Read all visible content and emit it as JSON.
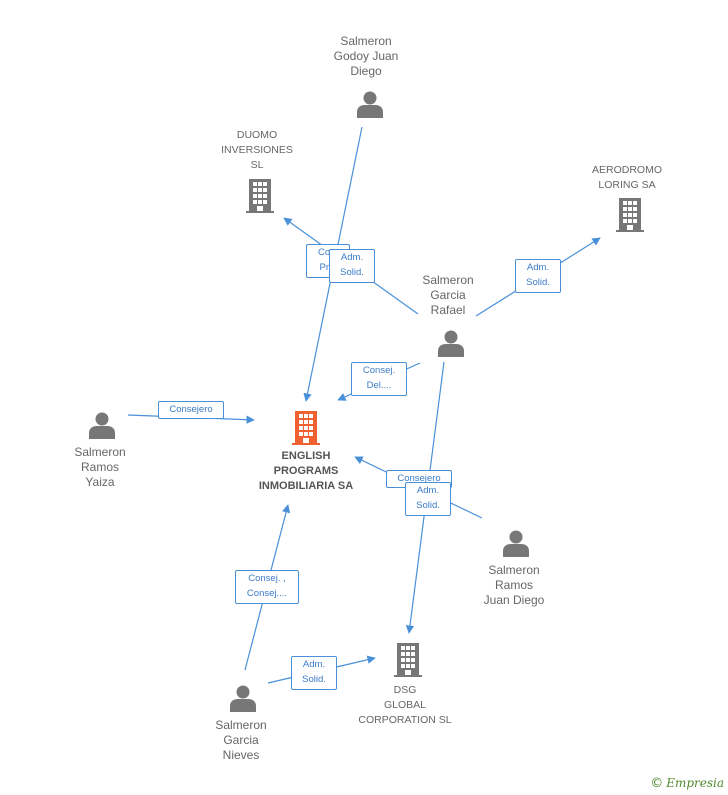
{
  "colors": {
    "edge": "#4a90d9",
    "icon": "#777777",
    "main_icon": "#f06030"
  },
  "nodes": {
    "main_company": {
      "label": "ENGLISH\nPROGRAMS\nINMOBILIARIA SA",
      "kind": "company-main"
    },
    "duomo": {
      "label": "DUOMO\nINVERSIONES\nSL",
      "kind": "company"
    },
    "aerodromo": {
      "label": "AERODROMO\nLORING SA",
      "kind": "company"
    },
    "dsg": {
      "label": "DSG\nGLOBAL\nCORPORATION SL",
      "kind": "company"
    },
    "godoy": {
      "label": "Salmeron\nGodoy Juan\nDiego",
      "kind": "person"
    },
    "garcia_rafael": {
      "label": "Salmeron\nGarcia\nRafael",
      "kind": "person"
    },
    "ramos_yaiza": {
      "label": "Salmeron\nRamos\nYaiza",
      "kind": "person"
    },
    "ramos_juan": {
      "label": "Salmeron\nRamos\nJuan Diego",
      "kind": "person"
    },
    "garcia_nieves": {
      "label": "Salmeron\nGarcia\nNieves",
      "kind": "person"
    }
  },
  "edge_labels": {
    "e1": "Co...\nPr...",
    "e2": "Adm.\nSolid.",
    "e3": "Adm.\nSolid.",
    "e4": "Consej.\nDel....",
    "e5": "Consejero",
    "e6": "Consejero",
    "e7": "Adm.\nSolid.",
    "e8": "Consej. ,\nConsej....",
    "e9": "Adm.\nSolid."
  },
  "brand": {
    "copyright": "©",
    "name": "Empresia"
  }
}
